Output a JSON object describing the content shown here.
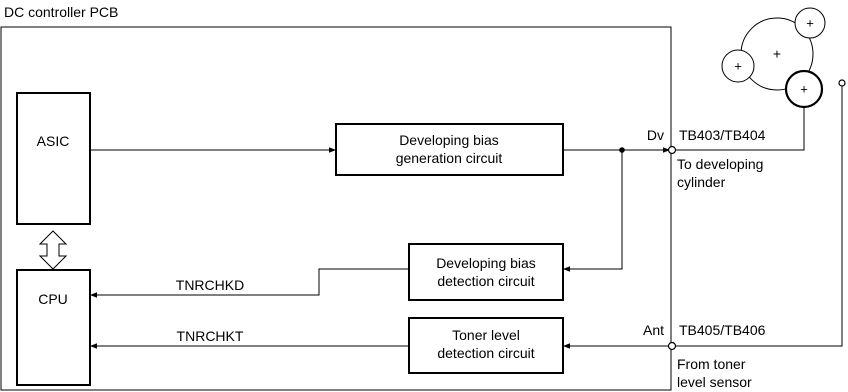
{
  "pcb_label": "DC controller PCB",
  "blocks": {
    "asic": "ASIC",
    "cpu": "CPU",
    "dev_bias_gen": [
      "Developing bias",
      "generation circuit"
    ],
    "dev_bias_det": [
      "Developing bias",
      "detection circuit"
    ],
    "toner_level_det": [
      "Toner level",
      "detection circuit"
    ]
  },
  "signals": {
    "tnrchkd": "TNRCHKD",
    "tnrchkt": "TNRCHKT"
  },
  "terminals": {
    "dv": "Dv",
    "ant": "Ant",
    "tb_dev": "TB403/TB404",
    "tb_toner": "TB405/TB406"
  },
  "notes": {
    "to_dev": [
      "To developing",
      "cylinder"
    ],
    "from_toner": [
      "From toner",
      "level sensor"
    ]
  },
  "roller_symbols": [
    "+",
    "+",
    "+",
    "+"
  ]
}
